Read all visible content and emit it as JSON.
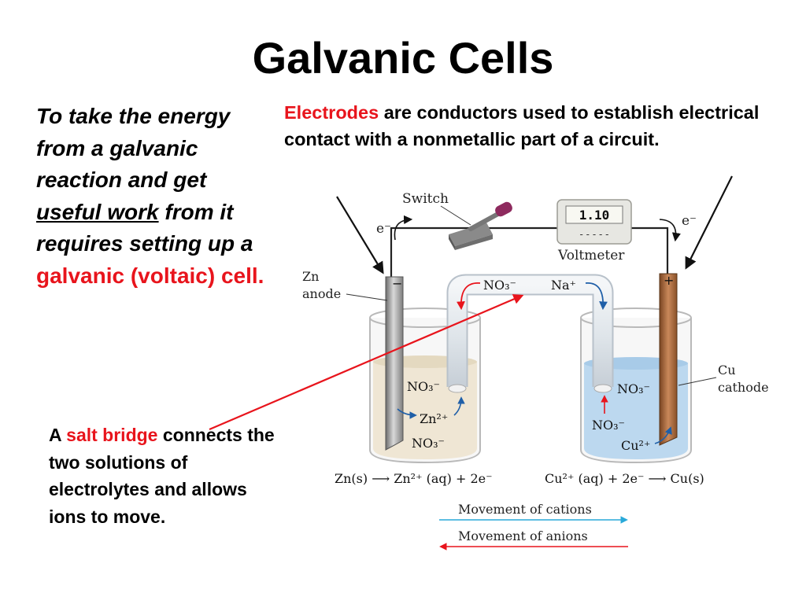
{
  "slide": {
    "title": "Galvanic Cells",
    "left_text": {
      "line1": "To take the energy from a galvanic reaction and get",
      "underlined": "useful work",
      "line2": "from it requires setting up a",
      "highlight": "galvanic (voltaic) cell."
    },
    "top_text": {
      "highlight": "Electrodes",
      "rest": " are conductors used to establish electrical contact with a nonmetallic part of a circuit."
    },
    "bridge_text": {
      "prefix": "A ",
      "highlight": "salt bridge",
      "rest": " connects the two solutions of electrolytes and allows ions to move."
    }
  },
  "diagram": {
    "switch_label": "Switch",
    "voltmeter_reading": "1.10",
    "voltmeter_dashes": "- - -   - -",
    "voltmeter_label": "Voltmeter",
    "electron_left": "e⁻",
    "electron_right": "e⁻",
    "anode_sign": "−",
    "cathode_sign": "+",
    "zn_label_1": "Zn",
    "zn_label_2": "anode",
    "cu_label_1": "Cu",
    "cu_label_2": "cathode",
    "bridge_anion": "NO₃⁻",
    "bridge_cation": "Na⁺",
    "left_ion_1": "NO₃⁻",
    "left_ion_2": "Zn²⁺",
    "left_ion_3": "NO₃⁻",
    "right_ion_1": "NO₃⁻",
    "right_ion_2": "NO₃⁻",
    "right_ion_3": "Cu²⁺",
    "anode_reaction": "Zn(s) ⟶ Zn²⁺ (aq) + 2e⁻",
    "cathode_reaction": "Cu²⁺ (aq) + 2e⁻ ⟶ Cu(s)",
    "legend_cations": "Movement of cations",
    "legend_anions": "Movement of anions",
    "colors": {
      "red_text": "#e8141c",
      "cation_arrow": "#29a9d9",
      "anion_arrow": "#e8141c",
      "left_solution": "#efe6d4",
      "right_solution": "#bcd8ef",
      "copper": "#a86a3d",
      "zinc": "#8d8d8d"
    }
  }
}
